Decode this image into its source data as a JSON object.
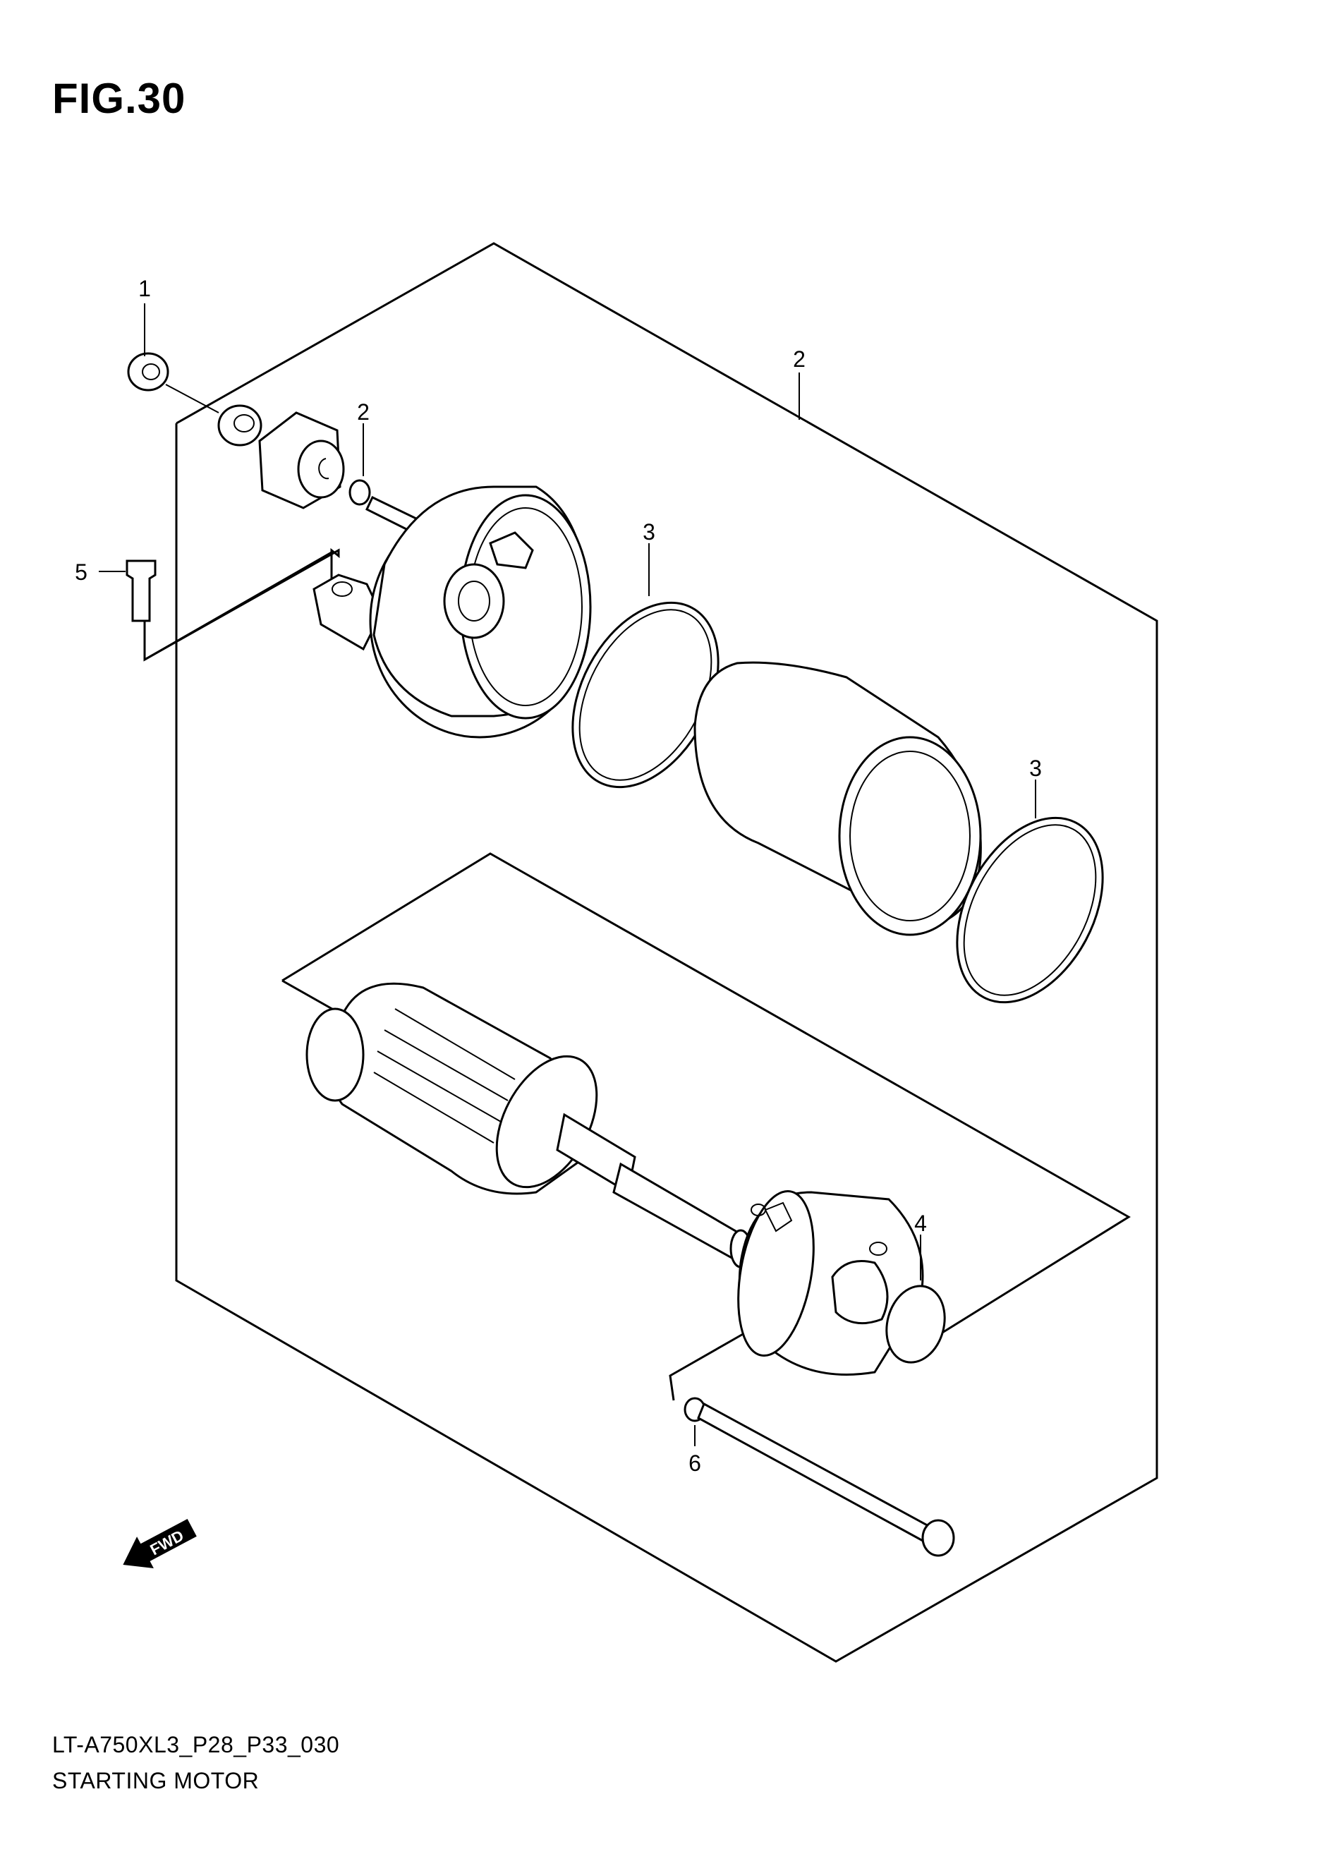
{
  "figure": {
    "title": "FIG.30"
  },
  "footer": {
    "code": "LT-A750XL3_P28_P33_030",
    "name": "STARTING MOTOR"
  },
  "callouts": [
    "1",
    "2",
    "2",
    "3",
    "3",
    "4",
    "5",
    "6"
  ],
  "fwd_arrow": {
    "label": "FWD"
  },
  "icons": {
    "forward_arrow": "fwd-arrow-icon"
  }
}
